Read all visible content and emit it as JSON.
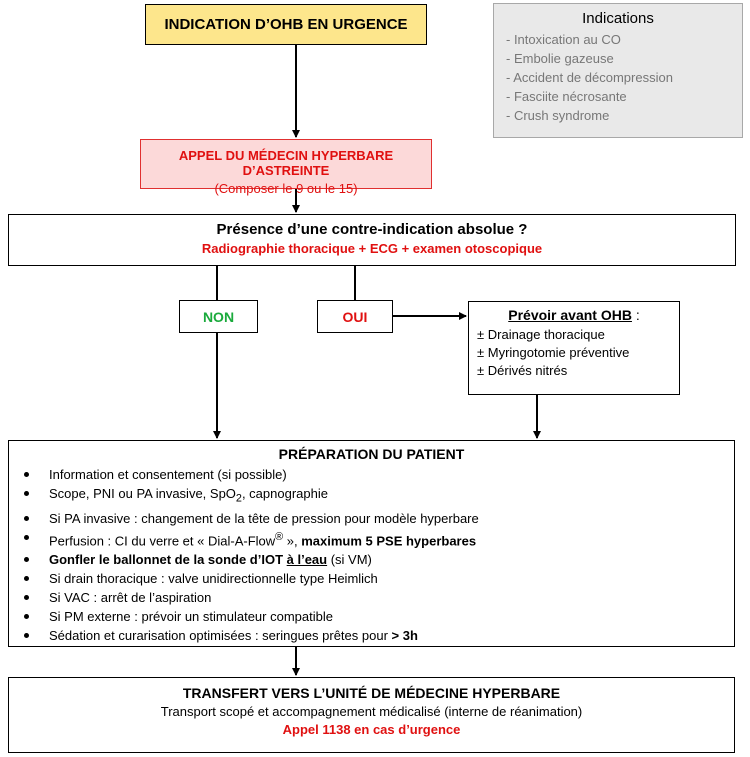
{
  "top": {
    "title": "INDICATION D’OHB EN URGENCE"
  },
  "indications": {
    "title": "Indications",
    "items": [
      "- Intoxication au CO",
      "- Embolie gazeuse",
      "- Accident de décompression",
      "- Fasciite nécrosante",
      "- Crush syndrome"
    ]
  },
  "appel": {
    "line1": "APPEL DU MÉDECIN HYPERBARE D’ASTREINTE",
    "line2": "(Composer le 9 ou le 15)"
  },
  "contre_indication": {
    "line1": "Présence d’une contre-indication absolue ?",
    "line2": "Radiographie thoracique + ECG + examen otoscopique"
  },
  "non": "NON",
  "oui": "OUI",
  "prevoir": {
    "title_bold": "Prévoir avant OHB",
    "title_rest": " :",
    "items": [
      "± Drainage thoracique",
      "± Myringotomie préventive",
      "± Dérivés nitrés"
    ]
  },
  "preparation": {
    "title": "PRÉPARATION DU PATIENT",
    "item1": "Information et consentement (si possible)",
    "item2_a": "Scope, PNI ou PA invasive, SpO",
    "item2_sub": "2",
    "item2_b": ", capnographie",
    "item3": "Si PA invasive : changement de la tête de pression pour modèle hyperbare",
    "item4_a": "Perfusion : CI du verre et « Dial-A-Flow",
    "item4_sup": "®",
    "item4_b": " », ",
    "item4_bold": "maximum 5 PSE hyperbares",
    "item5_bold": "Gonfler le ballonnet de la sonde d’IOT ",
    "item5_bu": "à l’eau",
    "item5_rest": " (si VM)",
    "item6": "Si drain thoracique : valve unidirectionnelle type Heimlich",
    "item7": "Si VAC : arrêt de l’aspiration",
    "item8": "Si PM externe : prévoir un stimulateur compatible",
    "item9_a": "Sédation et curarisation optimisées : seringues prêtes pour ",
    "item9_bold": "> 3h"
  },
  "transfert": {
    "line1": "TRANSFERT VERS L’UNITÉ DE MÉDECINE HYPERBARE",
    "line2": "Transport scopé et accompagnement médicalisé (interne de réanimation)",
    "line3": "Appel 1138 en cas d’urgence"
  },
  "colors": {
    "top_fill": "#fde68c",
    "alert_red": "#e01010",
    "appel_fill": "#fcd9d9",
    "non_green": "#1aaa3c",
    "indications_fill": "#e9e9e9"
  }
}
